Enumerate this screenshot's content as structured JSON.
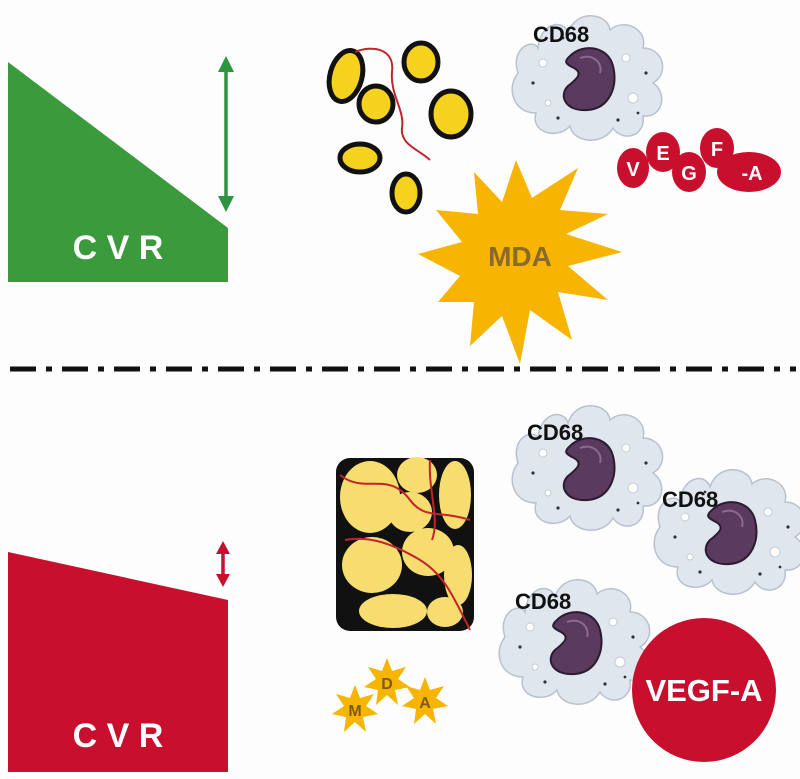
{
  "top_panel": {
    "cvr_label": "C V R",
    "cd68_label": "CD68",
    "mda_label": "MDA",
    "vegf_letters": [
      "V",
      "E",
      "G",
      "F",
      "-A"
    ],
    "colors": {
      "cvr": "#3a9a3c",
      "arrow": "#2e9440",
      "adipocyte": "#f4d21d",
      "star": "#f7b400",
      "vegf": "#c8102e"
    }
  },
  "bottom_panel": {
    "cvr_label": "C V R",
    "cd68_labels": [
      "CD68",
      "CD68",
      "CD68"
    ],
    "mda_letters": [
      "M",
      "D",
      "A"
    ],
    "vegf_label": "VEGF-A",
    "colors": {
      "cvr": "#c8102e",
      "arrow": "#c8102e",
      "adipocyte": "#f7dc6f",
      "star": "#f7b400",
      "vegf": "#c8102e"
    }
  }
}
